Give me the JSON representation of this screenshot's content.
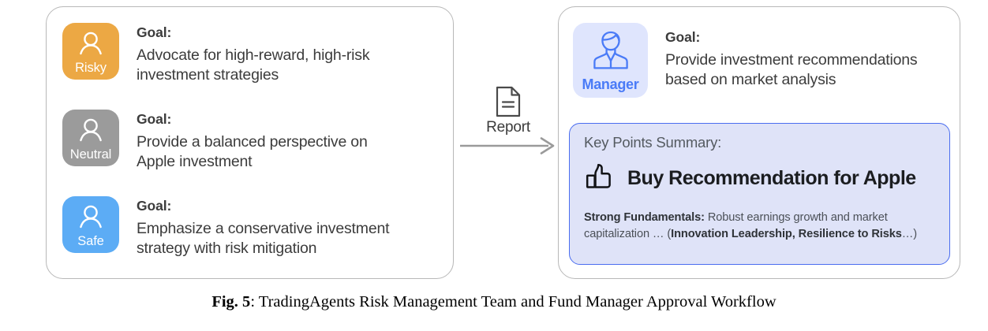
{
  "risk_team": {
    "agents": [
      {
        "name": "Risky",
        "color": "#eda council",
        "badge_color": "#eca844",
        "goal_title": "Goal:",
        "goal_text": "Advocate for high-reward, high-risk\ninvestment strategies"
      },
      {
        "name": "Neutral",
        "badge_color": "#9b9b9b",
        "goal_title": "Goal:",
        "goal_text": "Provide a balanced perspective on\nApple investment"
      },
      {
        "name": "Safe",
        "badge_color": "#5cacf5",
        "goal_title": "Goal:",
        "goal_text": "Emphasize a conservative investment\nstrategy with risk mitigation"
      }
    ]
  },
  "connector": {
    "label": "Report",
    "doc_icon": "document-icon",
    "arrow_icon": "arrow-right-icon"
  },
  "fund_manager": {
    "badge_label": "Manager",
    "badge_bg": "#dfe5fd",
    "badge_fg": "#4a7bf7",
    "goal_title": "Goal:",
    "goal_text": "Provide investment recommendations\nbased on market analysis",
    "key_points": {
      "title": "Key Points Summary:",
      "thumb_icon": "thumbs-up-icon",
      "headline": "Buy Recommendation for Apple",
      "body_segments": [
        {
          "text": "Strong Fundamentals:",
          "bold": true
        },
        {
          "text": " Robust earnings growth and market capitalization … (",
          "bold": false
        },
        {
          "text": "Innovation Leadership, Resilience to Risks",
          "bold": true
        },
        {
          "text": "…)",
          "bold": false
        }
      ],
      "border_color": "#4a6df0",
      "background_color": "#dfe3f8"
    }
  },
  "caption": {
    "number": "Fig. 5",
    "separator": ": ",
    "text": "TradingAgents Risk Management Team and Fund Manager Approval Workflow"
  }
}
